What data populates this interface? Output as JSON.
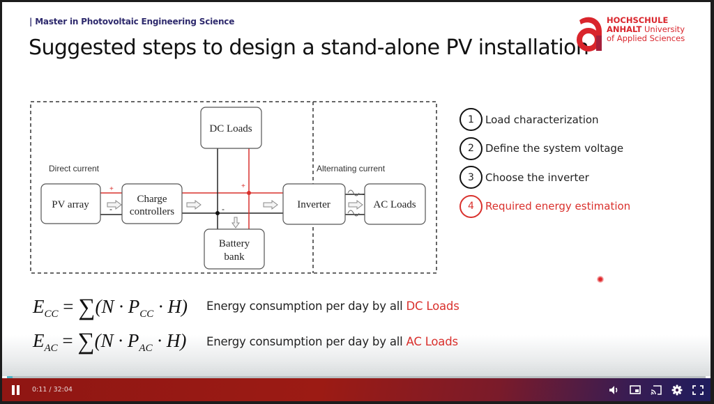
{
  "slide": {
    "course": "Master in Photovoltaic Engineering  Science",
    "title": "Suggested steps to design a stand-alone PV installation",
    "logo": {
      "line1": "HOCHSCHULE",
      "line2_bold": "ANHALT",
      "line2_rest": " University",
      "line3": "of Applied Sciences",
      "brand_color": "#d9252c"
    },
    "diagram": {
      "zone_dc": "Direct current",
      "zone_ac": "Alternating current",
      "nodes": {
        "pv_array": "PV array",
        "charge_line1": "Charge",
        "charge_line2": "controllers",
        "dc_loads": "DC Loads",
        "battery_line1": "Battery",
        "battery_line2": "bank",
        "inverter": "Inverter",
        "ac_loads": "AC Loads"
      },
      "plus": "+",
      "minus": "-",
      "positive_color": "#d9302c",
      "negative_color": "#222222"
    },
    "steps": [
      {
        "num": "1",
        "label": "Load characterization",
        "active": false
      },
      {
        "num": "2",
        "label": "Define the system voltage",
        "active": false
      },
      {
        "num": "3",
        "label": "Choose the inverter",
        "active": false
      },
      {
        "num": "4",
        "label": "Required energy estimation",
        "active": true
      }
    ],
    "highlight_color": "#d9302c",
    "formulas": [
      {
        "lhs": "E",
        "lhs_sub": "CC",
        "sum": "∑",
        "open": "(N · P",
        "p_sub": "CC",
        "close": " · H)",
        "desc": "Energy consumption per day by all ",
        "desc_hl": "DC Loads"
      },
      {
        "lhs": "E",
        "lhs_sub": "AC",
        "sum": "∑",
        "open": "(N · P",
        "p_sub": "AC",
        "close": " · H)",
        "desc": "Energy consumption per day by all ",
        "desc_hl": "AC Loads"
      }
    ]
  },
  "player": {
    "current_time": "0:11",
    "separator": " / ",
    "duration": "32:04",
    "progress_fraction": 0.0057,
    "buttons": [
      "pause",
      "volume",
      "miniplayer",
      "cast",
      "settings",
      "fullscreen"
    ]
  }
}
